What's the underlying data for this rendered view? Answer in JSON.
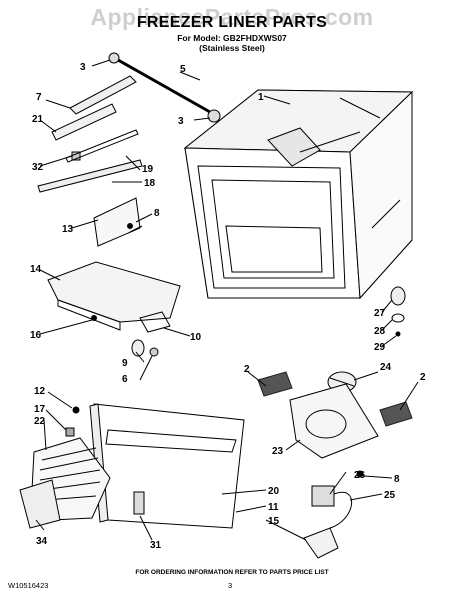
{
  "watermark": "AppliancePartsPros.com",
  "title": "FREEZER LINER PARTS",
  "model": "For Model: GB2FHDXWS07",
  "variant": "(Stainless Steel)",
  "callouts": [
    "1",
    "2",
    "2",
    "3",
    "3",
    "5",
    "7",
    "21",
    "32",
    "19",
    "18",
    "13",
    "8",
    "14",
    "16",
    "10",
    "27",
    "28",
    "29",
    "9",
    "6",
    "24",
    "12",
    "17",
    "22",
    "23",
    "26",
    "8",
    "25",
    "20",
    "11",
    "15",
    "34",
    "31"
  ],
  "footer": {
    "note": "FOR ORDERING INFORMATION REFER TO PARTS PRICE LIST",
    "doc_code": "W10516423",
    "page": "3"
  }
}
